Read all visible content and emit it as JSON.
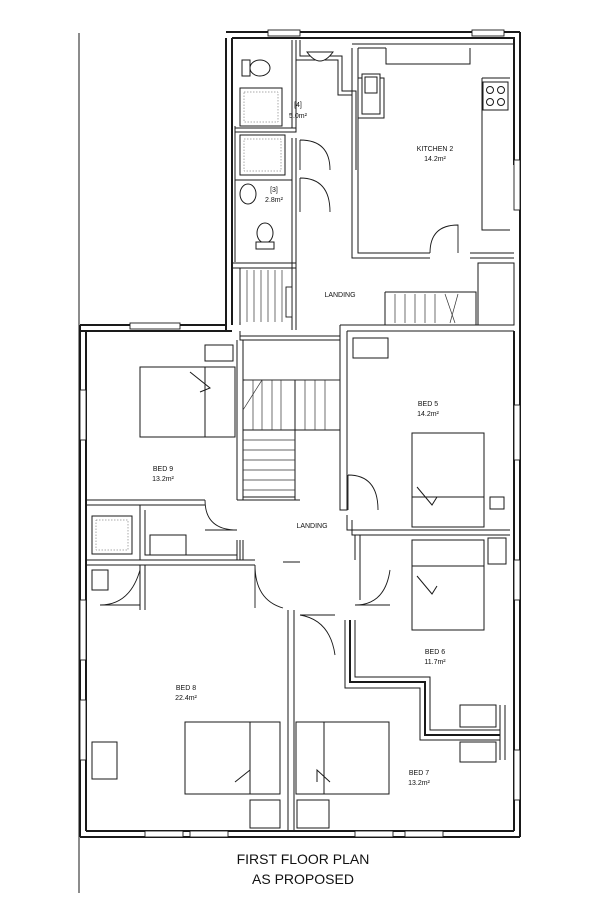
{
  "title": [
    "FIRST FLOOR PLAN",
    "AS PROPOSED"
  ],
  "rooms": {
    "bath4": {
      "name": "[4]",
      "area": "5.0m²"
    },
    "bath3": {
      "name": "[3]",
      "area": "2.8m²"
    },
    "kitchen2": {
      "name": "KITCHEN 2",
      "area": "14.2m²"
    },
    "landing_upper": {
      "name": "LANDING"
    },
    "bed5": {
      "name": "BED 5",
      "area": "14.2m²"
    },
    "bed9": {
      "name": "BED 9",
      "area": "13.2m²"
    },
    "landing_lower": {
      "name": "LANDING"
    },
    "bed6": {
      "name": "BED 6",
      "area": "11.7m²"
    },
    "bed8": {
      "name": "BED 8",
      "area": "22.4m²"
    },
    "bed7": {
      "name": "BED 7",
      "area": "13.2m²"
    }
  }
}
